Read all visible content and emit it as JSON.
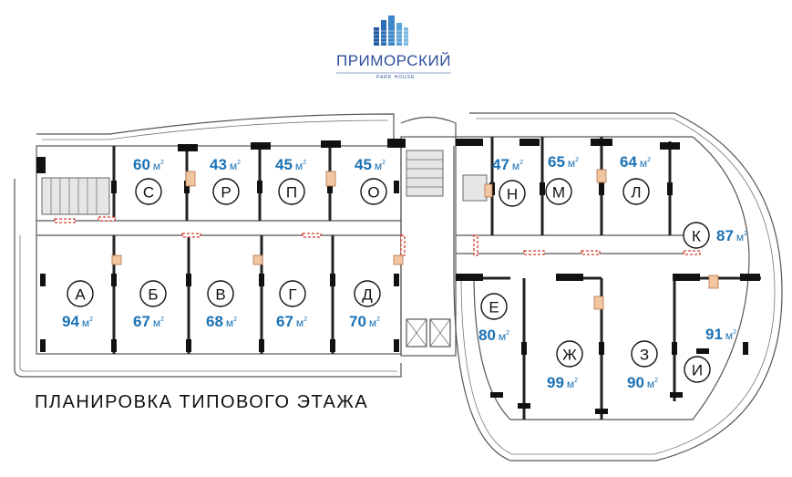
{
  "brand": {
    "name": "ПРИМОРСКИЙ",
    "subtitle": "PARK HOUSE"
  },
  "caption": "ПЛАНИРОВКА ТИПОВОГО ЭТАЖА",
  "area_unit": "м",
  "area_power": "2",
  "colors": {
    "area_text": "#1b72b5",
    "brand": "#2c4f9a",
    "fire_door": "#d23b2a"
  },
  "units": [
    {
      "letter": "С",
      "area": "60"
    },
    {
      "letter": "Р",
      "area": "43"
    },
    {
      "letter": "П",
      "area": "45"
    },
    {
      "letter": "О",
      "area": "45"
    },
    {
      "letter": "Н",
      "area": "47"
    },
    {
      "letter": "М",
      "area": "65"
    },
    {
      "letter": "Л",
      "area": "64"
    },
    {
      "letter": "К",
      "area": "87"
    },
    {
      "letter": "А",
      "area": "94"
    },
    {
      "letter": "Б",
      "area": "67"
    },
    {
      "letter": "В",
      "area": "68"
    },
    {
      "letter": "Г",
      "area": "67"
    },
    {
      "letter": "Д",
      "area": "70"
    },
    {
      "letter": "Е",
      "area": "80"
    },
    {
      "letter": "Ж",
      "area": "99"
    },
    {
      "letter": "З",
      "area": "90"
    },
    {
      "letter": "И",
      "area": "91"
    }
  ]
}
